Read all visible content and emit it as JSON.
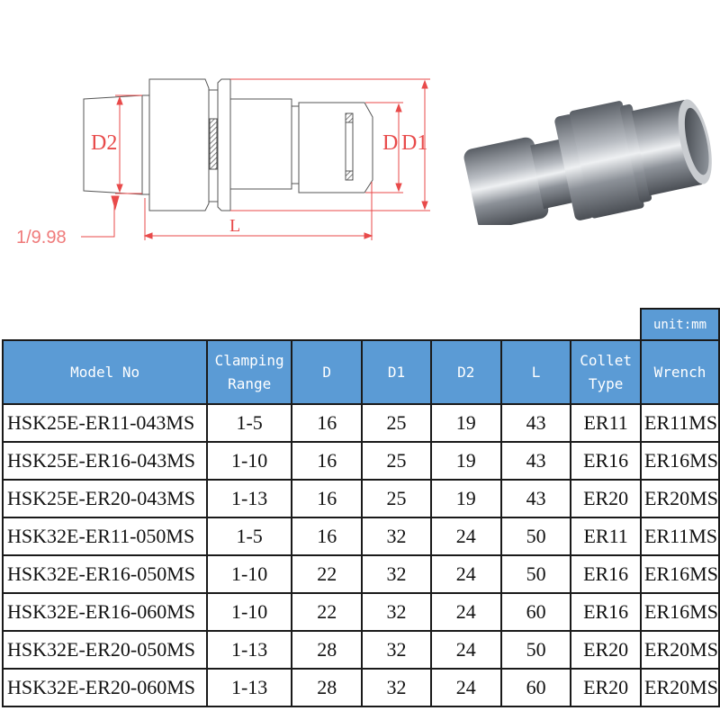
{
  "drawing": {
    "labels": {
      "d2": "D2",
      "d": "D",
      "d1": "D1",
      "l": "L",
      "taper": "1/9.98"
    },
    "line_color": "#e84a4a"
  },
  "photo": {
    "alt": "HSK E ER collet chuck product photo"
  },
  "table": {
    "unit_label": "unit:mm",
    "header_color": "#5b9bd5",
    "columns": [
      {
        "key": "model",
        "label": "Model No"
      },
      {
        "key": "clamping",
        "label": "Clamping\nRange"
      },
      {
        "key": "d",
        "label": "D"
      },
      {
        "key": "d1",
        "label": "D1"
      },
      {
        "key": "d2",
        "label": "D2"
      },
      {
        "key": "l",
        "label": "L"
      },
      {
        "key": "collet",
        "label": "Collet\nType"
      },
      {
        "key": "wrench",
        "label": "Wrench"
      }
    ],
    "header": {
      "model": "Model No",
      "clamping_1": "Clamping",
      "clamping_2": "Range",
      "d": "D",
      "d1": "D1",
      "d2": "D2",
      "l": "L",
      "collet_1": "Collet",
      "collet_2": "Type",
      "wrench": "Wrench"
    },
    "rows": [
      {
        "model": "HSK25E-ER11-043MS",
        "clamping": "1-5",
        "d": "16",
        "d1": "25",
        "d2": "19",
        "l": "43",
        "collet": "ER11",
        "wrench": "ER11MS"
      },
      {
        "model": "HSK25E-ER16-043MS",
        "clamping": "1-10",
        "d": "16",
        "d1": "25",
        "d2": "19",
        "l": "43",
        "collet": "ER16",
        "wrench": "ER16MS"
      },
      {
        "model": "HSK25E-ER20-043MS",
        "clamping": "1-13",
        "d": "16",
        "d1": "25",
        "d2": "19",
        "l": "43",
        "collet": "ER20",
        "wrench": "ER20MS"
      },
      {
        "model": "HSK32E-ER11-050MS",
        "clamping": "1-5",
        "d": "16",
        "d1": "32",
        "d2": "24",
        "l": "50",
        "collet": "ER11",
        "wrench": "ER11MS"
      },
      {
        "model": "HSK32E-ER16-050MS",
        "clamping": "1-10",
        "d": "22",
        "d1": "32",
        "d2": "24",
        "l": "50",
        "collet": "ER16",
        "wrench": "ER16MS"
      },
      {
        "model": "HSK32E-ER16-060MS",
        "clamping": "1-10",
        "d": "22",
        "d1": "32",
        "d2": "24",
        "l": "60",
        "collet": "ER16",
        "wrench": "ER16MS"
      },
      {
        "model": "HSK32E-ER20-050MS",
        "clamping": "1-13",
        "d": "28",
        "d1": "32",
        "d2": "24",
        "l": "50",
        "collet": "ER20",
        "wrench": "ER20MS"
      },
      {
        "model": "HSK32E-ER20-060MS",
        "clamping": "1-13",
        "d": "28",
        "d1": "32",
        "d2": "24",
        "l": "60",
        "collet": "ER20",
        "wrench": "ER20MS"
      }
    ]
  }
}
